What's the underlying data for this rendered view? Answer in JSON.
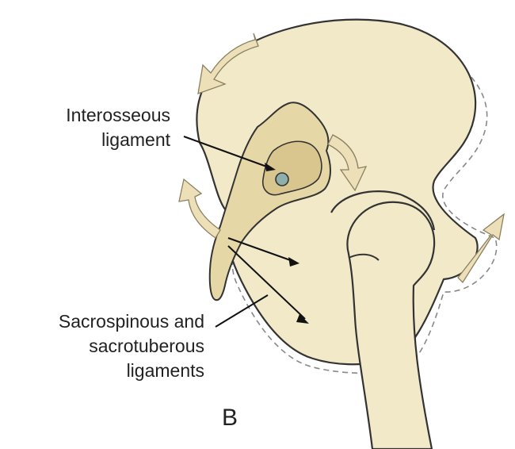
{
  "labels": {
    "interosseous_line1": "Interosseous",
    "interosseous_line2": "ligament",
    "sacro_line1": "Sacrospinous and",
    "sacro_line2": "sacrotuberous",
    "sacro_line3": "ligaments",
    "panel": "B"
  },
  "colors": {
    "bone_fill": "#f1e9c8",
    "sacrum_fill": "#e6d7a6",
    "arrow_fill": "#ede0b8",
    "outline": "#333333",
    "pivot_dot": "#8fb0aa"
  }
}
